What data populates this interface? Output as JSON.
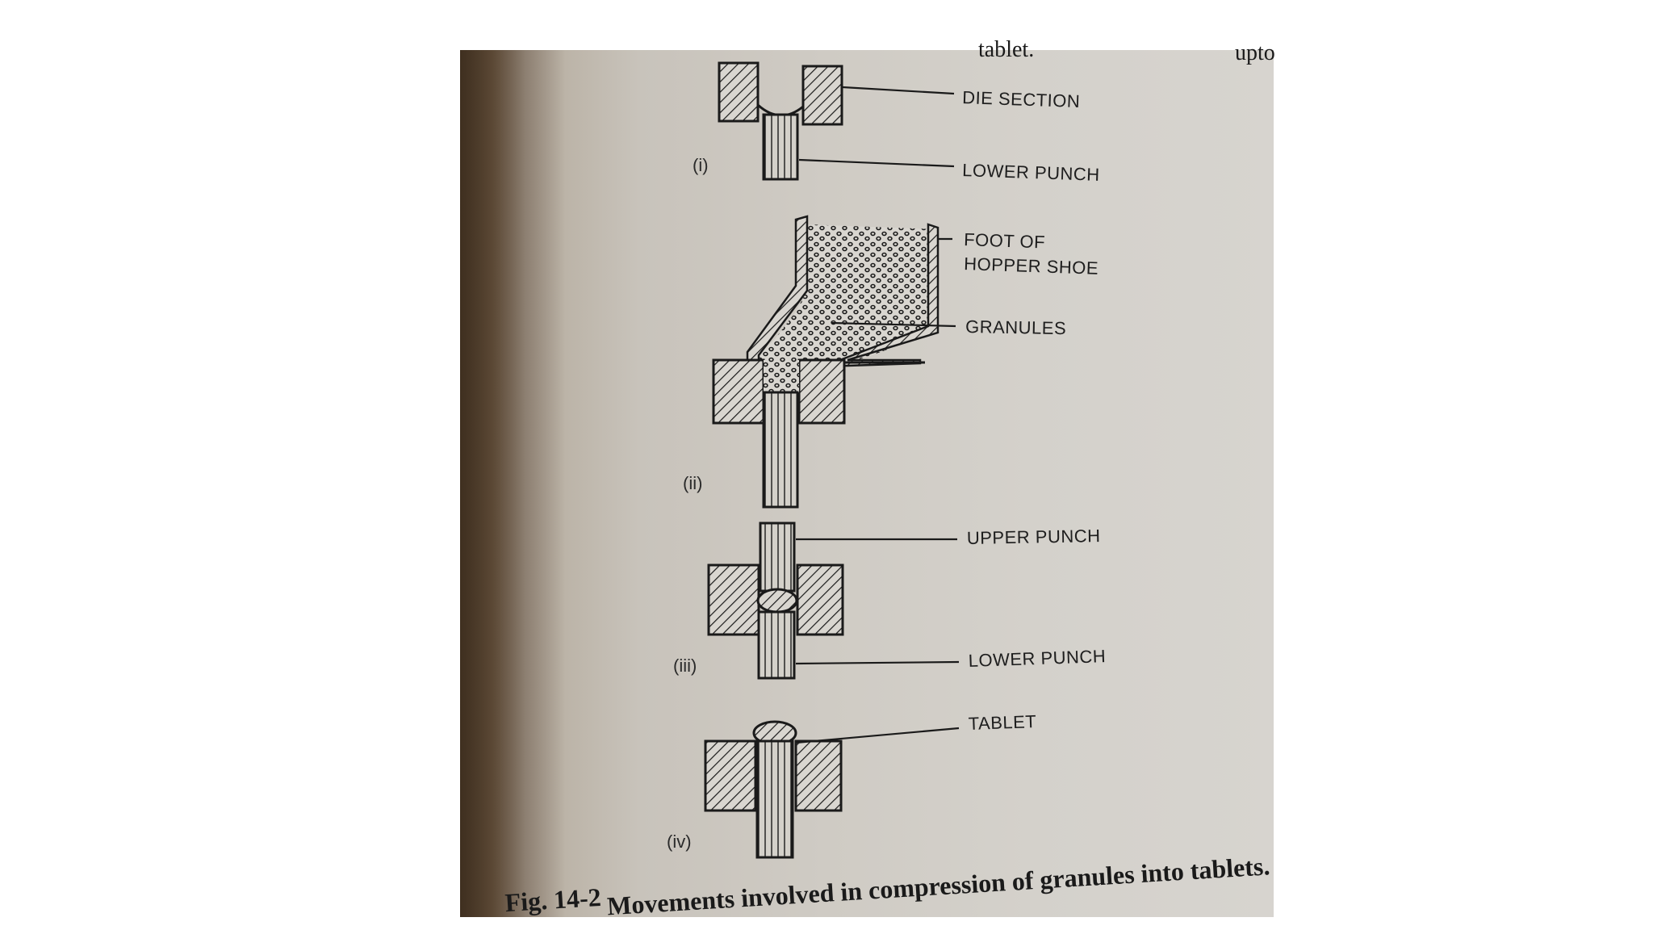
{
  "top_fragments": {
    "center": "tablet.",
    "right": "upto"
  },
  "stages": [
    {
      "roman": "(i)"
    },
    {
      "roman": "(ii)"
    },
    {
      "roman": "(iii)"
    },
    {
      "roman": "(iv)"
    }
  ],
  "labels": {
    "die_section": "DIE SECTION",
    "lower_punch_1": "LOWER PUNCH",
    "foot_line1": "FOOT OF",
    "foot_line2": "HOPPER SHOE",
    "granules": "GRANULES",
    "upper_punch": "UPPER PUNCH",
    "lower_punch_2": "LOWER PUNCH",
    "tablet": "TABLET"
  },
  "caption": {
    "number": "Fig. 14-2",
    "text": "Movements involved in compression of granules into tablets."
  }
}
